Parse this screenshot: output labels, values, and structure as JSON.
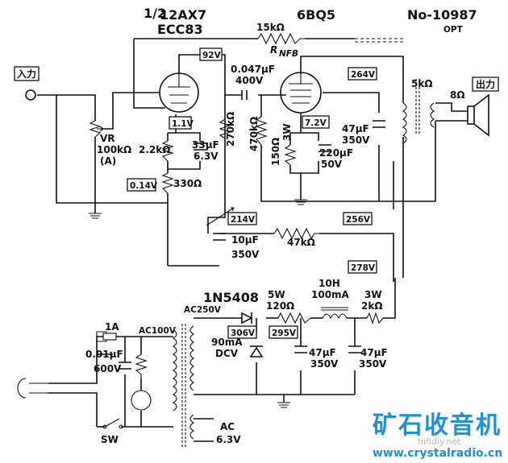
{
  "tubes": {
    "v1_fraction": "1/2",
    "v1_name": "12AX7",
    "v1_alt": "ECC83",
    "v2_name": "6BQ5"
  },
  "transformer": {
    "model": "No-10987",
    "type": "OPT",
    "primary": "5kΩ",
    "secondary": "8Ω"
  },
  "io": {
    "input": "入力",
    "output": "出力"
  },
  "feedback": {
    "resistor": "15kΩ",
    "name": "R",
    "sub": "NFB"
  },
  "components": {
    "vr_name": "VR",
    "vr_value": "100kΩ",
    "vr_taper": "(A)",
    "r_cathode1": "2.2kΩ",
    "c_cathode1_a": "33μF",
    "c_cathode1_b": "6.3V",
    "r_cathode1b": "330Ω",
    "c_coupling_a": "0.047μF",
    "c_coupling_b": "400V",
    "r_plate1": "270kΩ",
    "r_grid2": "470kΩ",
    "r_cathode2_a": "150Ω",
    "r_cathode2_b": "3W",
    "c_cathode2_a": "220μF",
    "c_cathode2_b": "50V",
    "c_b2_a": "47μF",
    "c_b2_b": "350V",
    "c_b3_a": "10μF",
    "c_b3_b": "350V",
    "r_dec": "47kΩ",
    "diode": "1N5408",
    "r_sw1_a": "5W",
    "r_sw1_b": "120Ω",
    "choke_a": "10H",
    "choke_b": "100mA",
    "r_sw2_a": "3W",
    "r_sw2_b": "2kΩ",
    "c_f1_a": "47μF",
    "c_f1_b": "350V",
    "c_f2_a": "47μF",
    "c_f2_b": "350V",
    "ac250": "AC250V",
    "ac100": "AC100V",
    "fuse": "1A",
    "c_line_a": "0.01μF",
    "c_line_b": "600V",
    "current_a": "90mA",
    "current_b": "DCV",
    "heater_a": "AC",
    "heater_b": "6.3V",
    "sw": "SW"
  },
  "voltages": {
    "v1_plate": "92V",
    "v1_cathode": "1.1V",
    "v1_cathode2": "0.14V",
    "v2_plate": "264V",
    "v2_cathode": "7.2V",
    "b3": "214V",
    "b2": "256V",
    "b1": "278V",
    "rect_out": "306V",
    "filter1": "295V"
  },
  "watermark": {
    "title": "矿石收音机",
    "url": "www.crystalradio.cn",
    "faint": "hifidiy.net"
  }
}
